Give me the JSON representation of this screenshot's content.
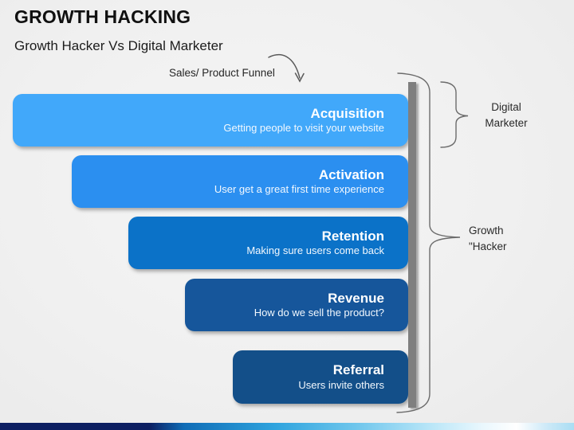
{
  "header": {
    "title": "GROWTH HACKING",
    "subtitle": "Growth Hacker Vs Digital Marketer"
  },
  "funnel": {
    "caption": "Sales/ Product Funnel",
    "stages": [
      {
        "name": "Acquisition",
        "description": "Getting people to visit your website",
        "color": "#41A8FA"
      },
      {
        "name": "Activation",
        "description": "User get a great first time experience",
        "color": "#2B8FF0"
      },
      {
        "name": "Retention",
        "description": "Making sure users come back",
        "color": "#0B72C8"
      },
      {
        "name": "Revenue",
        "description": "How do we sell the product?",
        "color": "#16569B"
      },
      {
        "name": "Referral",
        "description": "Users invite others",
        "color": "#134F89"
      }
    ]
  },
  "annotations": {
    "digital_marketer": {
      "line1": "Digital",
      "line2": "Marketer"
    },
    "growth_hacker": {
      "line1": "Growth",
      "line2": "\"Hacker"
    }
  },
  "colors": {
    "background": "#F0F0F0",
    "axis_bar": "#7F7F7F",
    "bracket": "#6B6B6B",
    "arrow": "#595959",
    "footer_gradient": [
      "#0D1F62",
      "#0F6CB6",
      "#2FA4DE",
      "#6FC6EC",
      "#B9E6F8",
      "#FFFFFF",
      "#A9DDF3"
    ]
  }
}
